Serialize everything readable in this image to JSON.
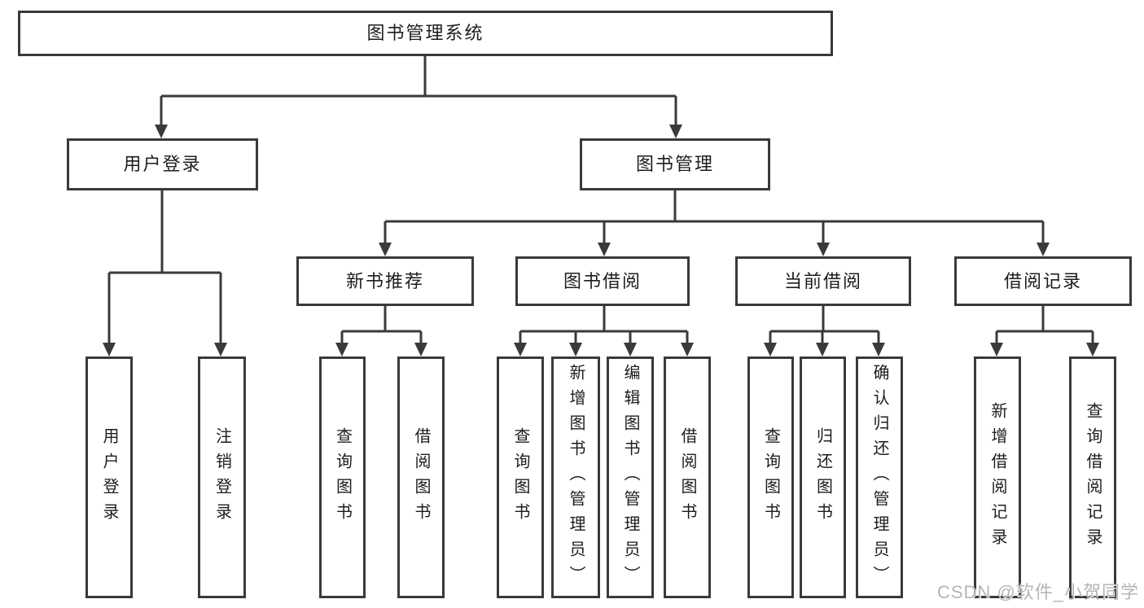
{
  "root": {
    "label": "图书管理系统"
  },
  "level2": [
    {
      "label": "用户登录"
    },
    {
      "label": "图书管理"
    }
  ],
  "level3": [
    {
      "label": "新书推荐"
    },
    {
      "label": "图书借阅"
    },
    {
      "label": "当前借阅"
    },
    {
      "label": "借阅记录"
    }
  ],
  "leaves": {
    "user_login": [
      "用户登录",
      "注销登录"
    ],
    "new_book": [
      "查询图书",
      "借阅图书"
    ],
    "book_borrow": [
      "查询图书",
      "新增图书（管理员）",
      "编辑图书（管理员）",
      "借阅图书"
    ],
    "current_borrow": [
      "查询图书",
      "归还图书",
      "确认归还（管理员）"
    ],
    "borrow_record": [
      "新增借阅记录",
      "查询借阅记录"
    ]
  },
  "watermark": "CSDN @软件_小贺同学",
  "colors": {
    "line": "#3a3a3a",
    "text": "#1d1d1d",
    "watermark": "#b5b5b5",
    "background": "#ffffff"
  }
}
